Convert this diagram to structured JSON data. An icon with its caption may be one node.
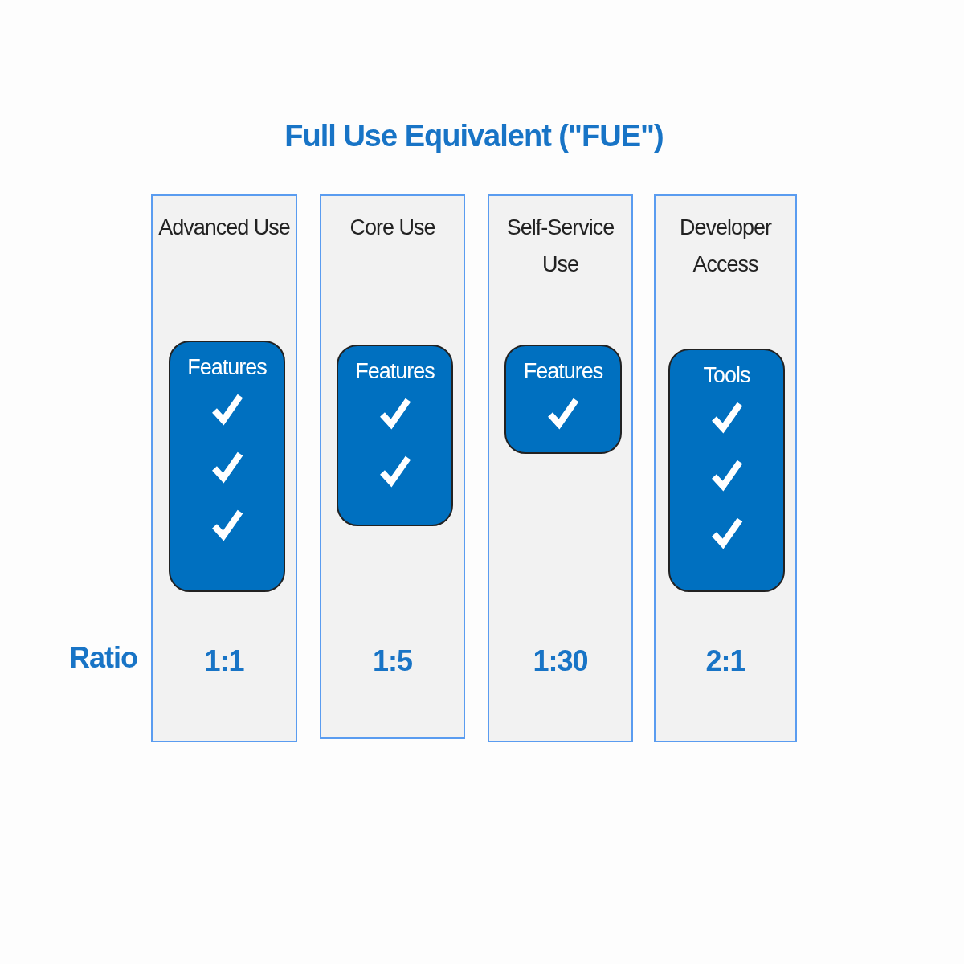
{
  "diagram": {
    "title": "Full Use Equivalent (\"FUE\")",
    "nodes": [
      {
        "text": [
          "Advanced Use",
          "1:1"
        ]
      },
      {
        "text": [
          "Features"
        ],
        "in": 0
      },
      {
        "text": [
          "Core Use",
          "1:5"
        ]
      },
      {
        "text": [
          "Features"
        ],
        "in": 2
      },
      {
        "text": [
          "Self-Service Use",
          "1:30"
        ]
      },
      {
        "text": [
          "Features"
        ],
        "in": 4
      },
      {
        "text": [
          "Developer Access",
          "2:1"
        ]
      },
      {
        "text": [
          "Tools"
        ],
        "in": 6
      }
    ],
    "labels": [
      "Ratio"
    ]
  }
}
